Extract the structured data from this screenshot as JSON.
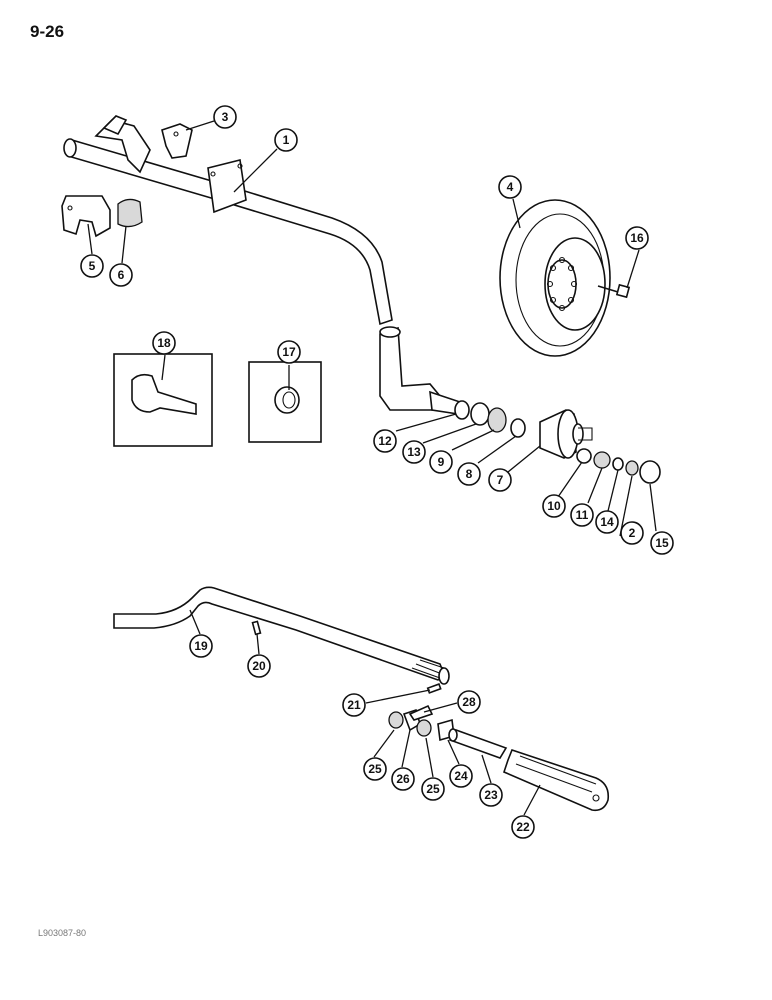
{
  "page": {
    "number": "9-26",
    "figure_code": "L903087-80"
  },
  "callouts": [
    {
      "id": "c1",
      "label": "1"
    },
    {
      "id": "c2",
      "label": "2"
    },
    {
      "id": "c3",
      "label": "3"
    },
    {
      "id": "c4",
      "label": "4"
    },
    {
      "id": "c5",
      "label": "5"
    },
    {
      "id": "c6",
      "label": "6"
    },
    {
      "id": "c7",
      "label": "7"
    },
    {
      "id": "c8",
      "label": "8"
    },
    {
      "id": "c9",
      "label": "9"
    },
    {
      "id": "c10",
      "label": "10"
    },
    {
      "id": "c11",
      "label": "11"
    },
    {
      "id": "c12",
      "label": "12"
    },
    {
      "id": "c13",
      "label": "13"
    },
    {
      "id": "c14",
      "label": "14"
    },
    {
      "id": "c15",
      "label": "15"
    },
    {
      "id": "c16",
      "label": "16"
    },
    {
      "id": "c17",
      "label": "17"
    },
    {
      "id": "c18",
      "label": "18"
    },
    {
      "id": "c19",
      "label": "19"
    },
    {
      "id": "c20",
      "label": "20"
    },
    {
      "id": "c21",
      "label": "21"
    },
    {
      "id": "c22",
      "label": "22"
    },
    {
      "id": "c23",
      "label": "23"
    },
    {
      "id": "c24",
      "label": "24"
    },
    {
      "id": "c25a",
      "label": "25"
    },
    {
      "id": "c25b",
      "label": "25"
    },
    {
      "id": "c26",
      "label": "26"
    },
    {
      "id": "c28",
      "label": "28"
    }
  ]
}
